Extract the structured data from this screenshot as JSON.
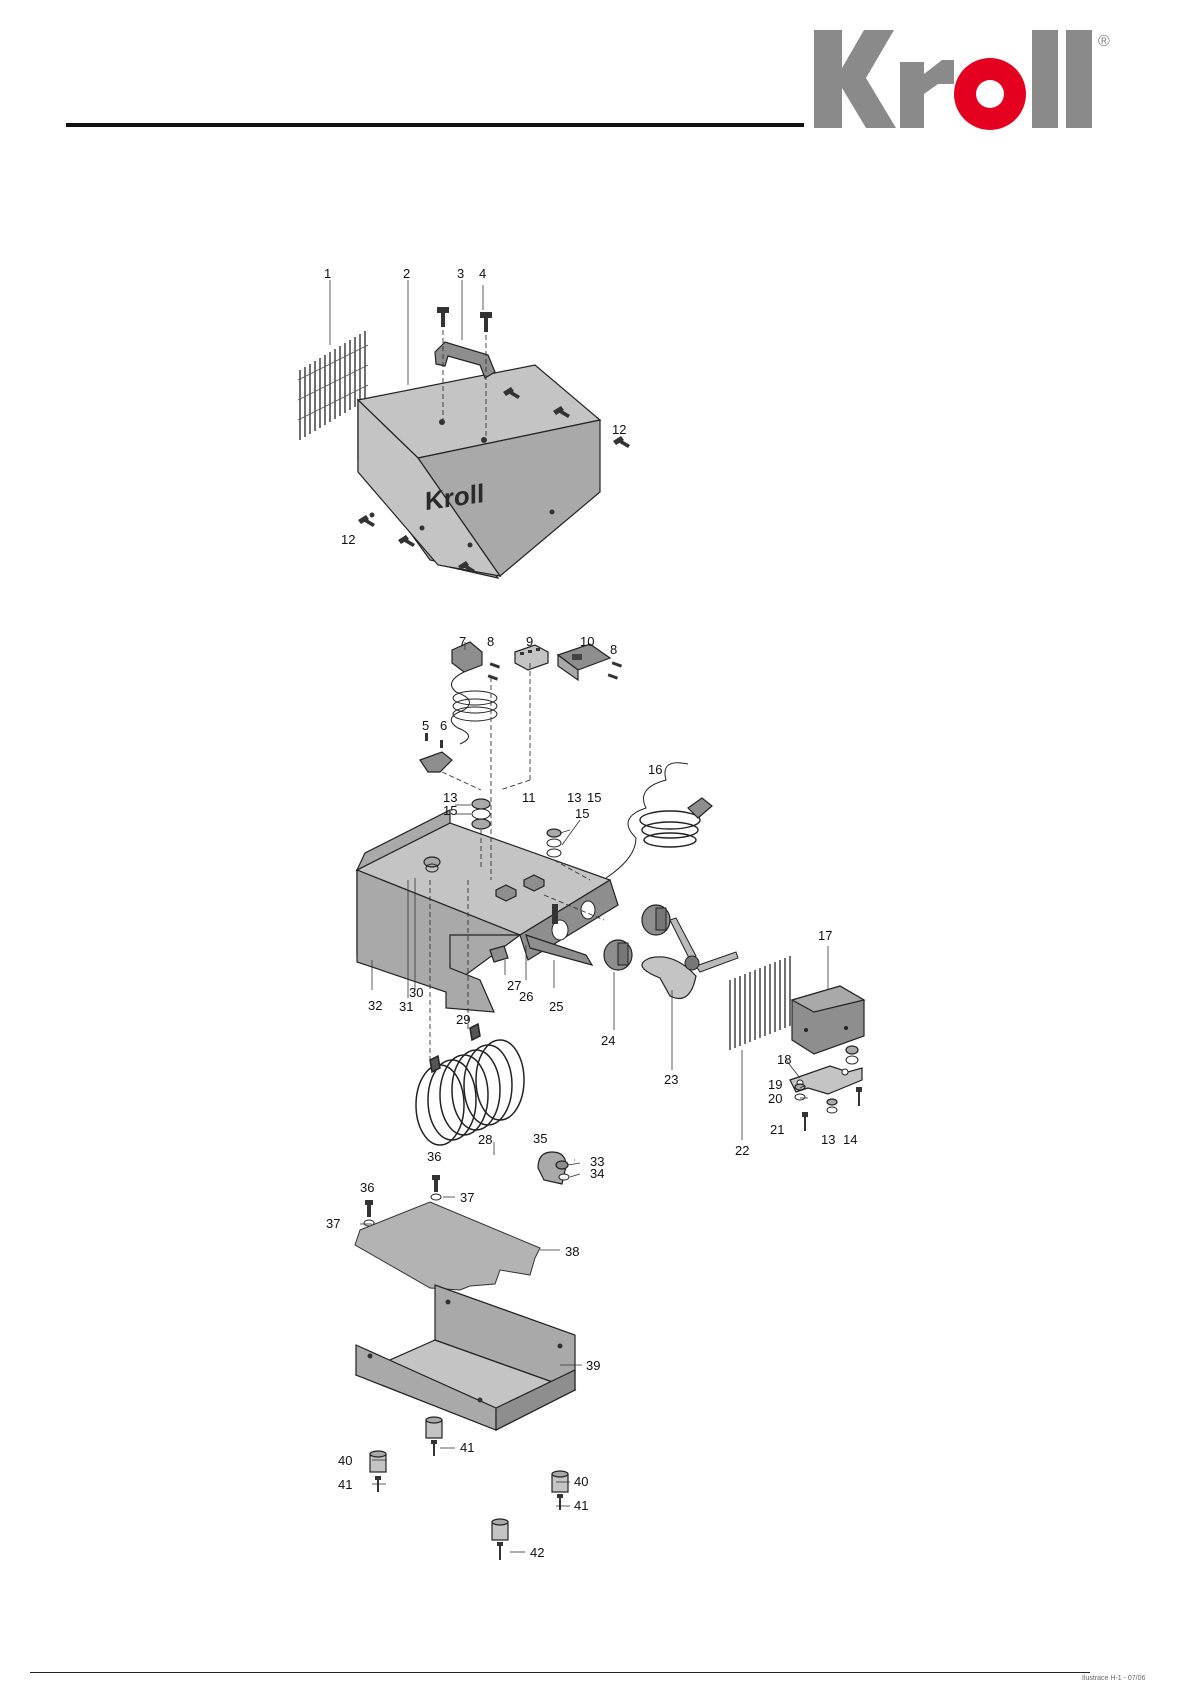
{
  "brand": {
    "logo_text": "Kroll",
    "registered_mark": "®",
    "cover_stamp": "Kroll"
  },
  "colors": {
    "logo_gray": "#8a8a8a",
    "logo_red": "#e5001f",
    "part_fill": "#a9a9a9"
  },
  "parts": {
    "p1": "1",
    "p2": "2",
    "p3": "3",
    "p4": "4",
    "p5": "5",
    "p6": "6",
    "p7": "7",
    "p8a": "8",
    "p8b": "8",
    "p9": "9",
    "p10": "10",
    "p11": "11",
    "p12a": "12",
    "p12b": "12",
    "p13a": "13",
    "p13b": "13",
    "p13c": "13",
    "p14": "14",
    "p15a": "15",
    "p15b": "15",
    "p15c": "15",
    "p16": "16",
    "p17": "17",
    "p18": "18",
    "p19": "19",
    "p20": "20",
    "p21": "21",
    "p22": "22",
    "p23": "23",
    "p24": "24",
    "p25": "25",
    "p26": "26",
    "p27": "27",
    "p28": "28",
    "p29": "29",
    "p30": "30",
    "p31": "31",
    "p32": "32",
    "p33": "33",
    "p34": "34",
    "p35": "35",
    "p36a": "36",
    "p36b": "36",
    "p37a": "37",
    "p37b": "37",
    "p38": "38",
    "p39": "39",
    "p40a": "40",
    "p40b": "40",
    "p41a": "41",
    "p41b": "41",
    "p41c": "41",
    "p42": "42"
  },
  "footer": {
    "doc_code": "Ilustrace H-1 - 07/06"
  }
}
